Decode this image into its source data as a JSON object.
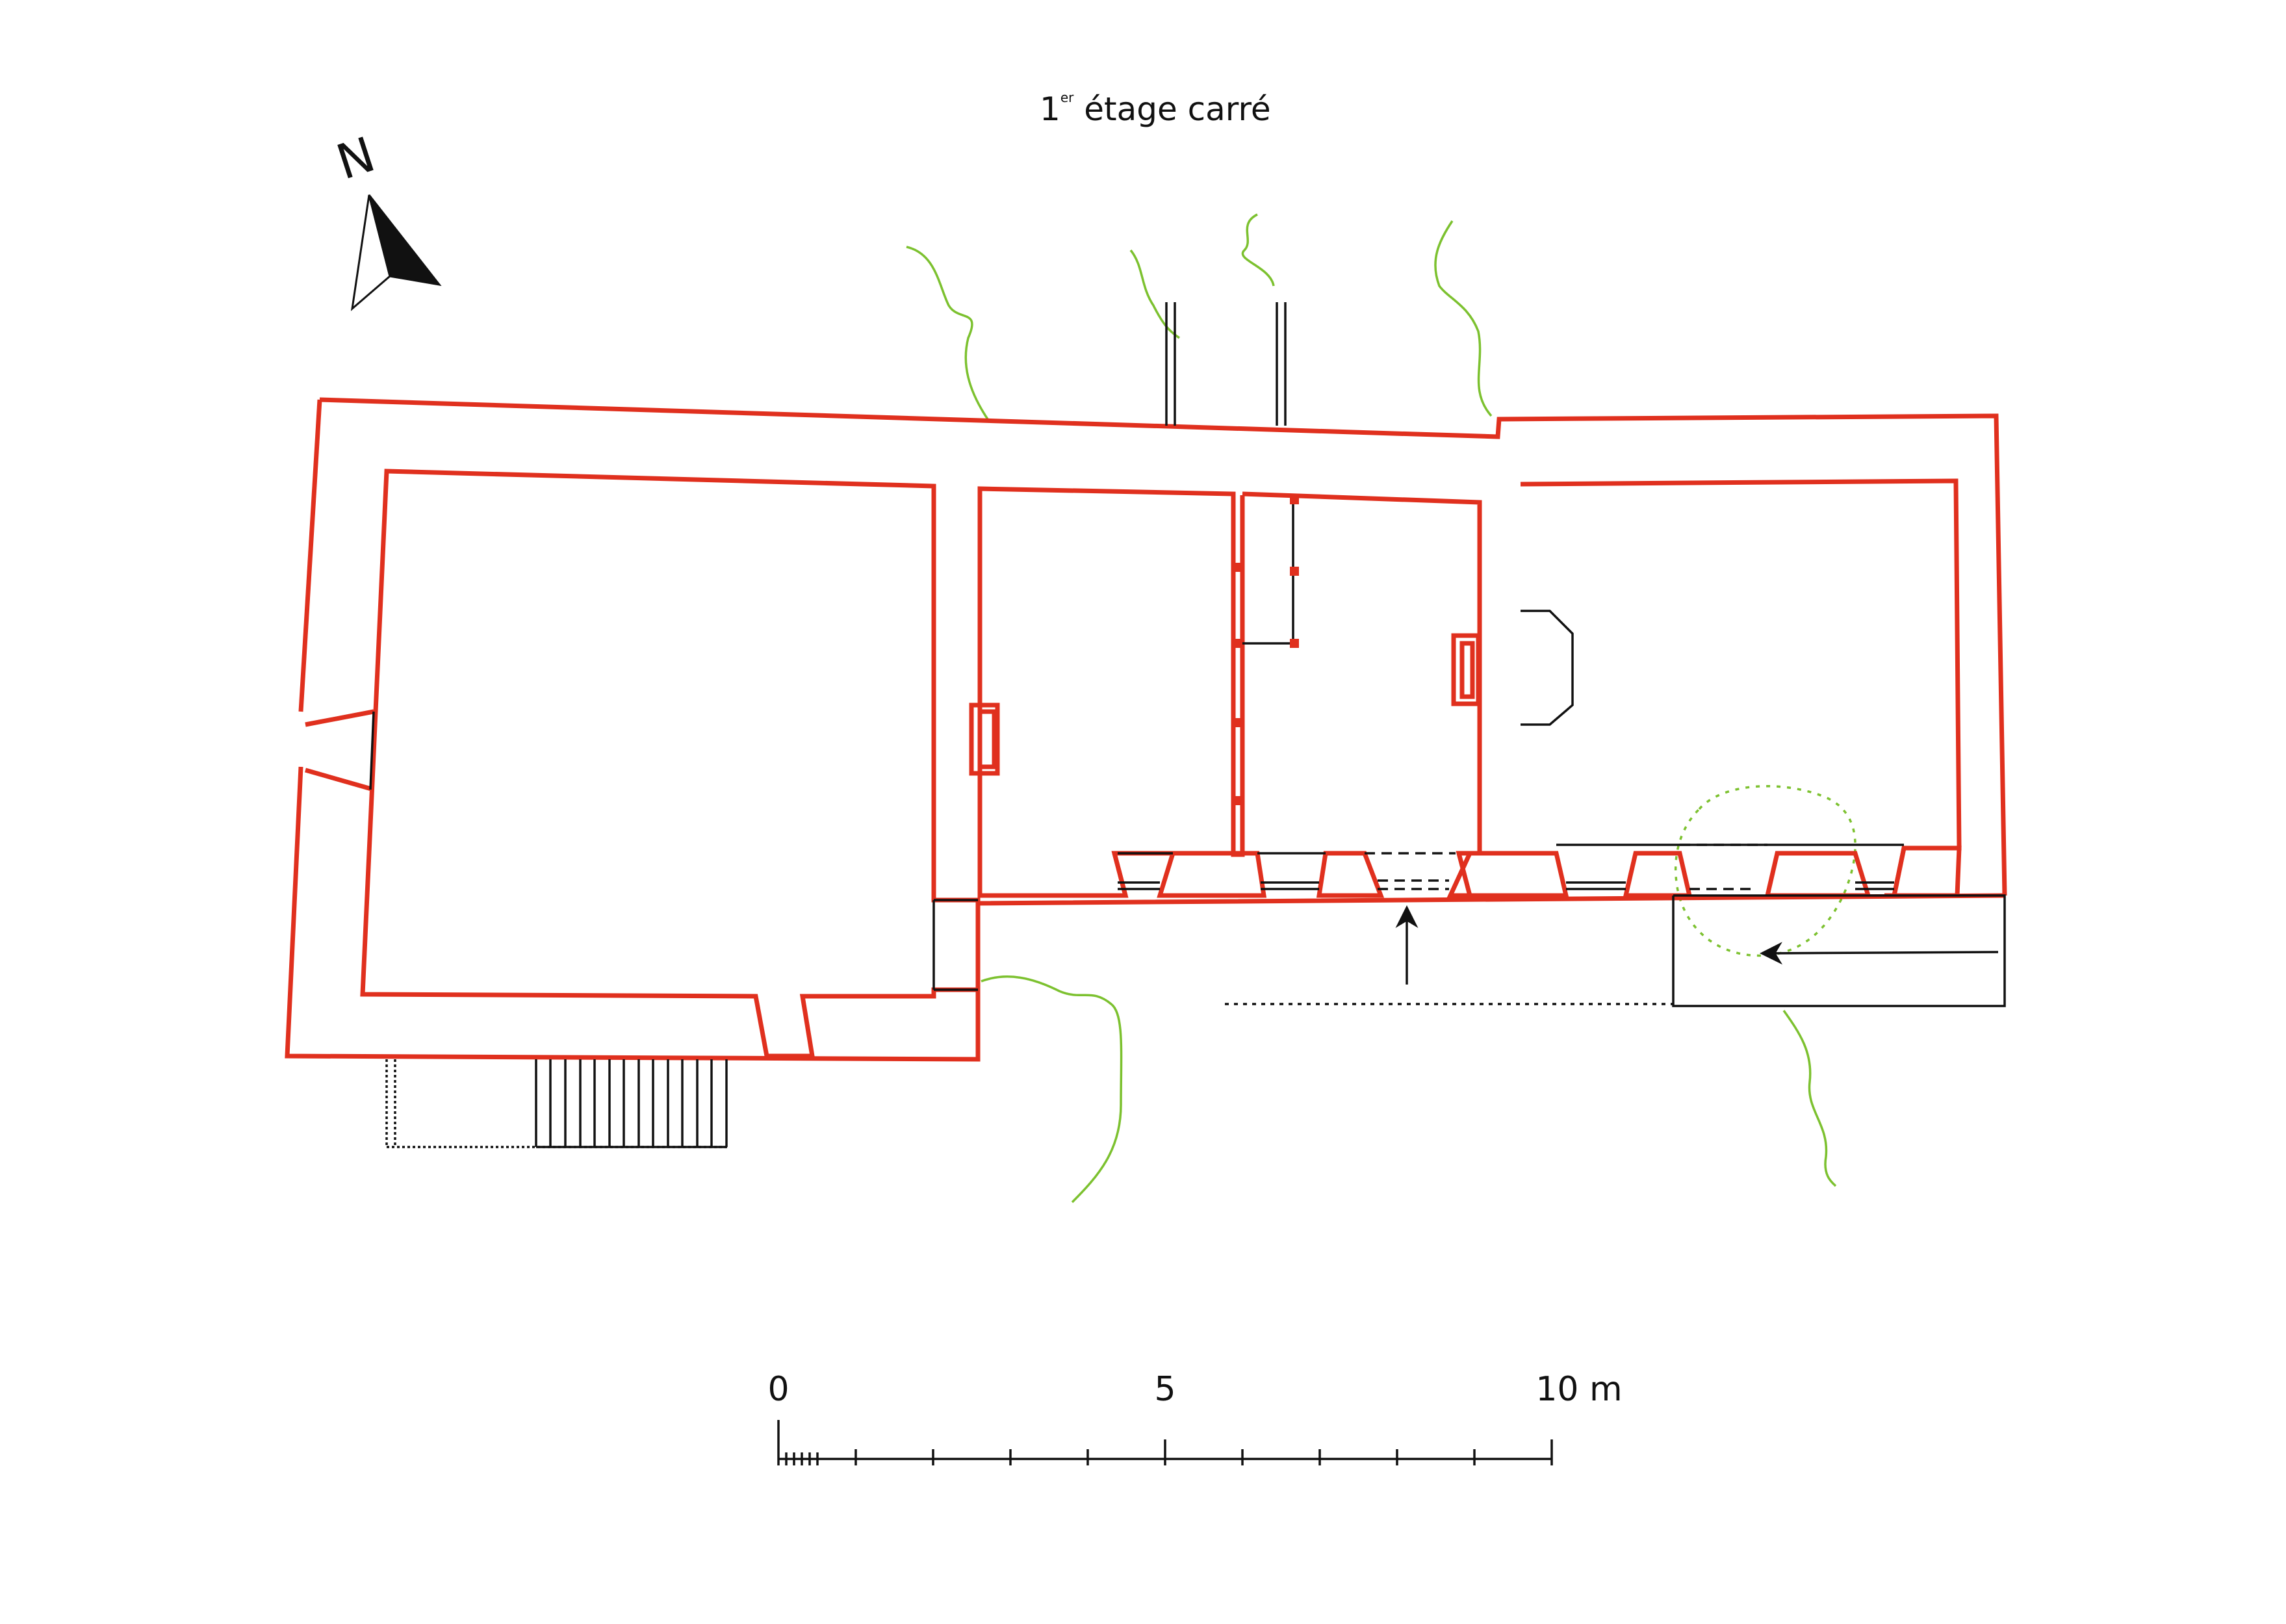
{
  "title": {
    "prefix": "1",
    "superscript": "er",
    "suffix": " étage carré"
  },
  "north_label": "N",
  "scale_bar": {
    "labels": [
      "0",
      "5",
      "10 m"
    ]
  },
  "colors": {
    "walls": "#e0301e",
    "vegetation": "#7cc12f",
    "lines": "#111111"
  },
  "icons": [
    "north-arrow-icon",
    "access-arrow-icon"
  ]
}
